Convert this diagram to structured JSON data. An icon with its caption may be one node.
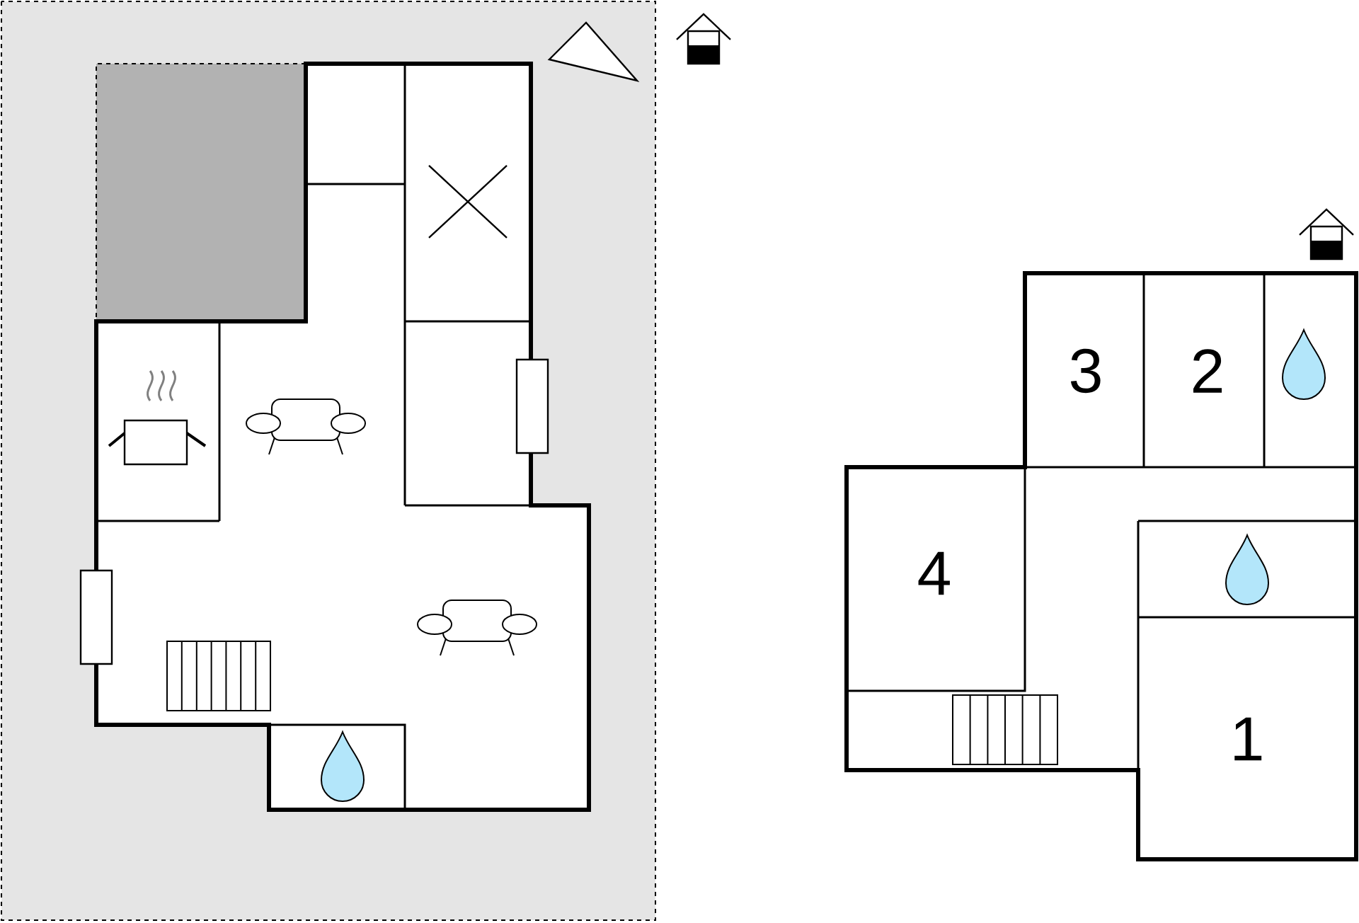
{
  "diagram": {
    "labels": [
      "3",
      "2",
      "4",
      "1"
    ]
  }
}
